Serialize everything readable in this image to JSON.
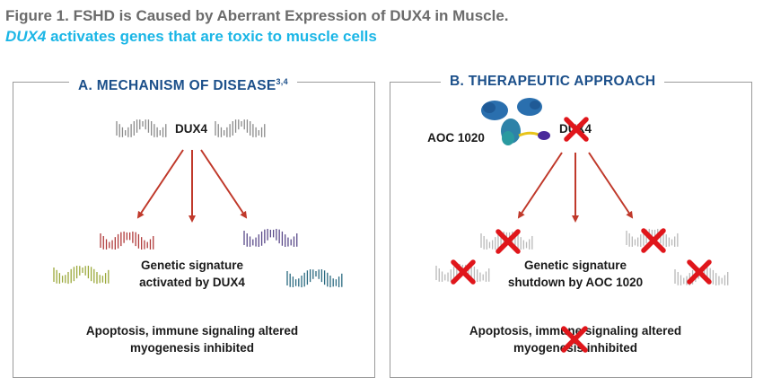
{
  "figure": {
    "title": "Figure 1. FSHD is Caused by Aberrant Expression of DUX4 in Muscle.",
    "subtitle_italic": "DUX4",
    "subtitle_rest": " activates genes that are toxic to muscle cells"
  },
  "panel_a": {
    "label": "A. MECHANISM OF DISEASE",
    "label_sup": "3,4",
    "center_gene": "DUX4",
    "signature_line1": "Genetic signature",
    "signature_line2": "activated by DUX4",
    "outcome_line1": "Apoptosis, immune signaling altered",
    "outcome_line2": "myogenesis inhibited"
  },
  "panel_b": {
    "label": "B. THERAPEUTIC APPROACH",
    "drug_label": "AOC 1020",
    "center_gene": "DUX4",
    "signature_line1": "Genetic signature",
    "signature_line2": "shutdown by AOC 1020",
    "outcome_line1": "Apoptosis, immune signaling altered",
    "outcome_line2": "myogenesis inhibited"
  },
  "colors": {
    "title_gray": "#6b6b6b",
    "subtitle_cyan": "#1bb6e6",
    "panel_label_blue": "#1b4f8a",
    "arrow_red": "#c0392b",
    "cross_red": "#e0161b",
    "dna_gray": "#8a8a8a",
    "dna_red": "#b03a3a",
    "dna_purple": "#5a4a8a",
    "dna_olive": "#9aa83a",
    "dna_teal": "#2a6a80",
    "antibody_blue": "#2a6fae"
  }
}
